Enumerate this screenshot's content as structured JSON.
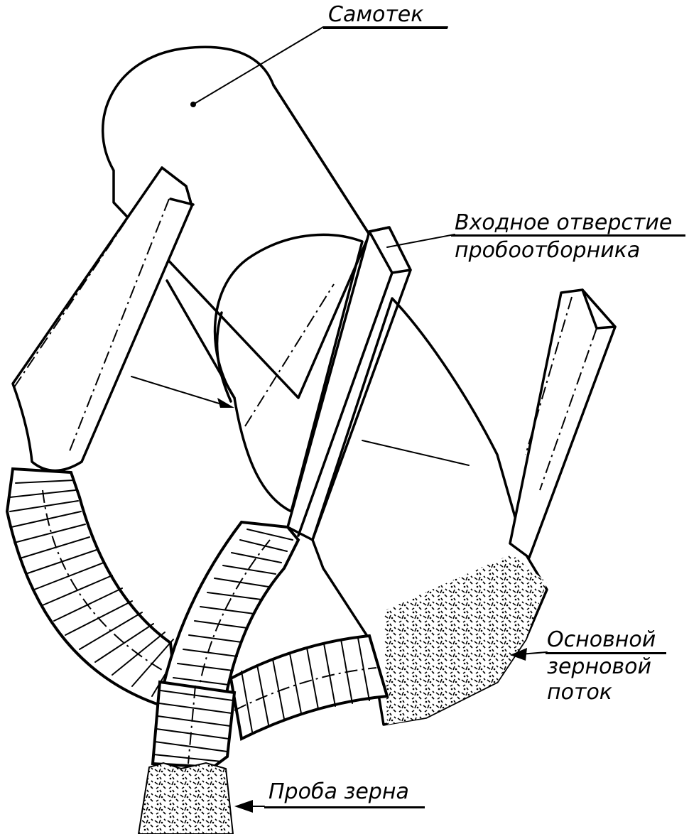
{
  "labels": {
    "samotek": "Самотек",
    "inlet_line1": "Входное отверстие",
    "inlet_line2": "пробоотборника",
    "main_flow_line1": "Основной",
    "main_flow_line2": "зерновой",
    "main_flow_line3": "поток",
    "sample": "Проба зерна"
  },
  "colors": {
    "ink": "#000000",
    "background": "#ffffff"
  }
}
